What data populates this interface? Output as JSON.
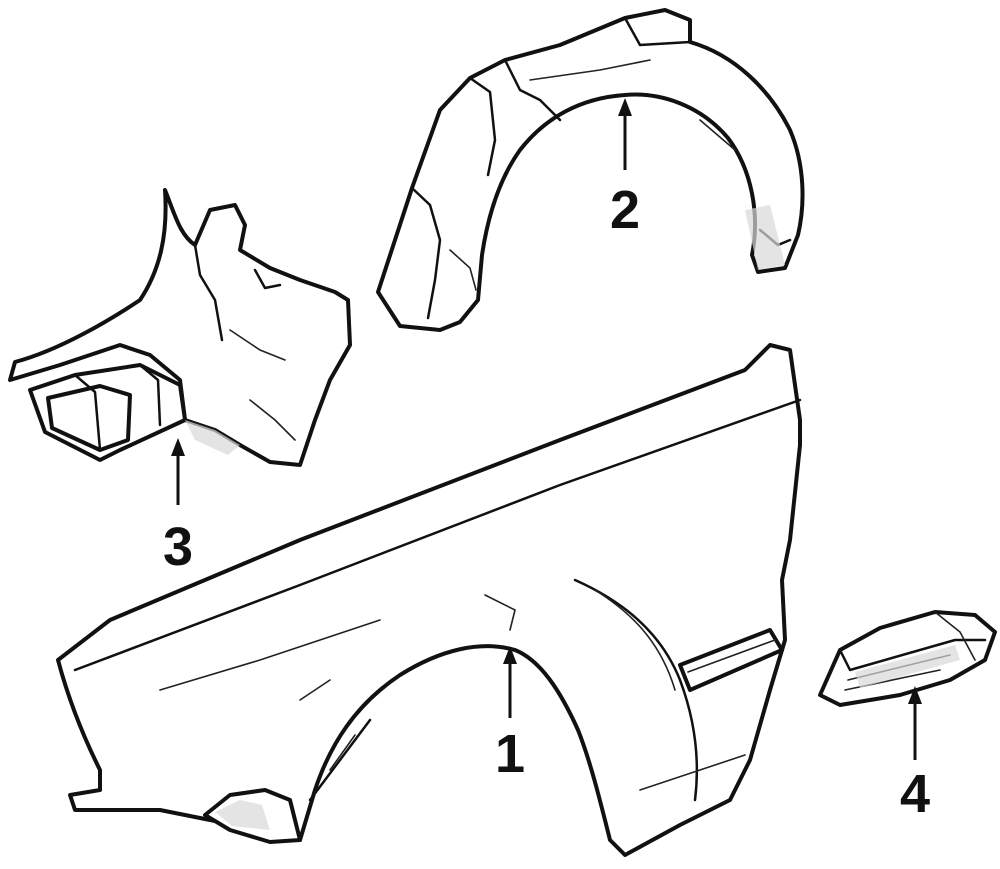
{
  "callouts": [
    {
      "id": "1",
      "label": "1"
    },
    {
      "id": "2",
      "label": "2"
    },
    {
      "id": "3",
      "label": "3"
    },
    {
      "id": "4",
      "label": "4"
    }
  ],
  "colors": {
    "ink": "#111111",
    "paper": "#ffffff",
    "shade": "#d9d9d9"
  }
}
